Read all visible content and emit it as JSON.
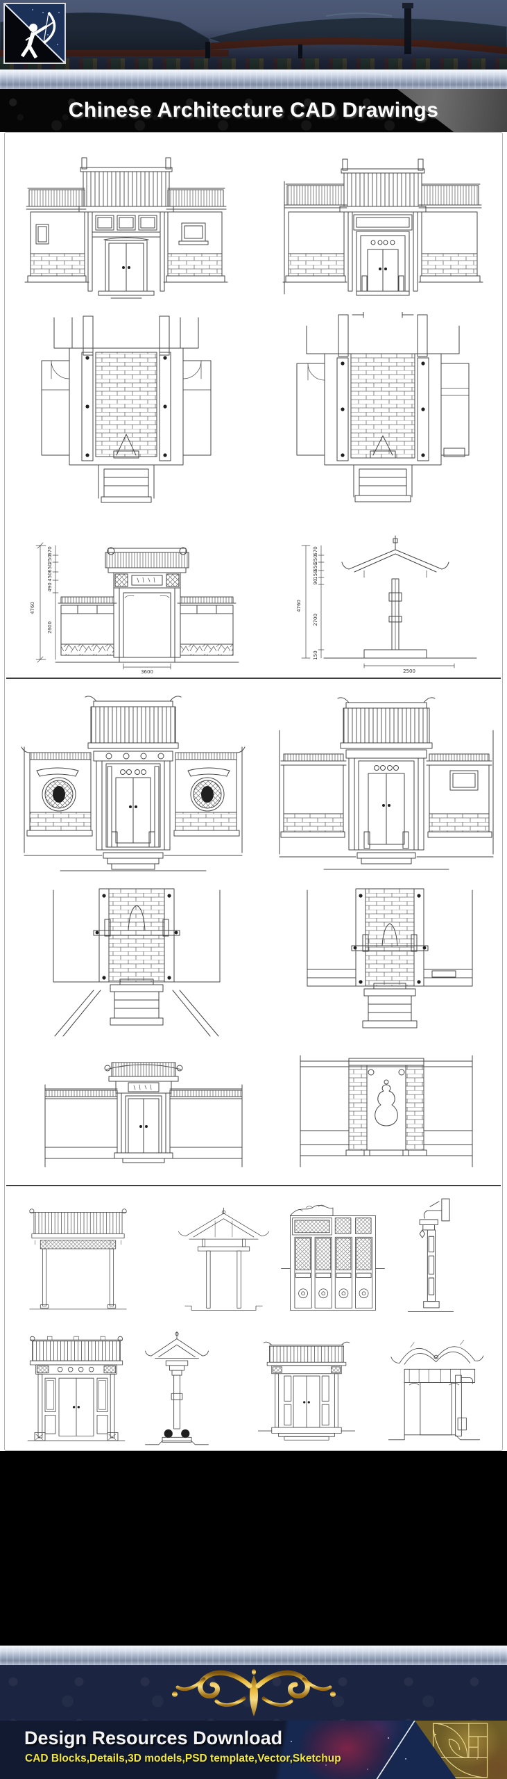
{
  "header": {
    "title": "Chinese Architecture CAD Drawings"
  },
  "dims": {
    "front": {
      "total": "4760",
      "lower": "2600",
      "stack": [
        "670",
        "250",
        "650",
        "450",
        "490"
      ],
      "width": "3600"
    },
    "side": {
      "total": "4760",
      "mid": "2700",
      "base": "150",
      "stack": [
        "670",
        "250",
        "650",
        "150",
        "90"
      ],
      "width": "2500"
    }
  },
  "footer": {
    "title": "Design Resources Download",
    "subtitle": "CAD Blocks,Details,3D models,PSD template,Vector,Sketchup"
  },
  "colors": {
    "accent_gold": "#e8b83a",
    "subtitle_yellow": "#f2e63c",
    "navy_band": "#1b2440"
  }
}
